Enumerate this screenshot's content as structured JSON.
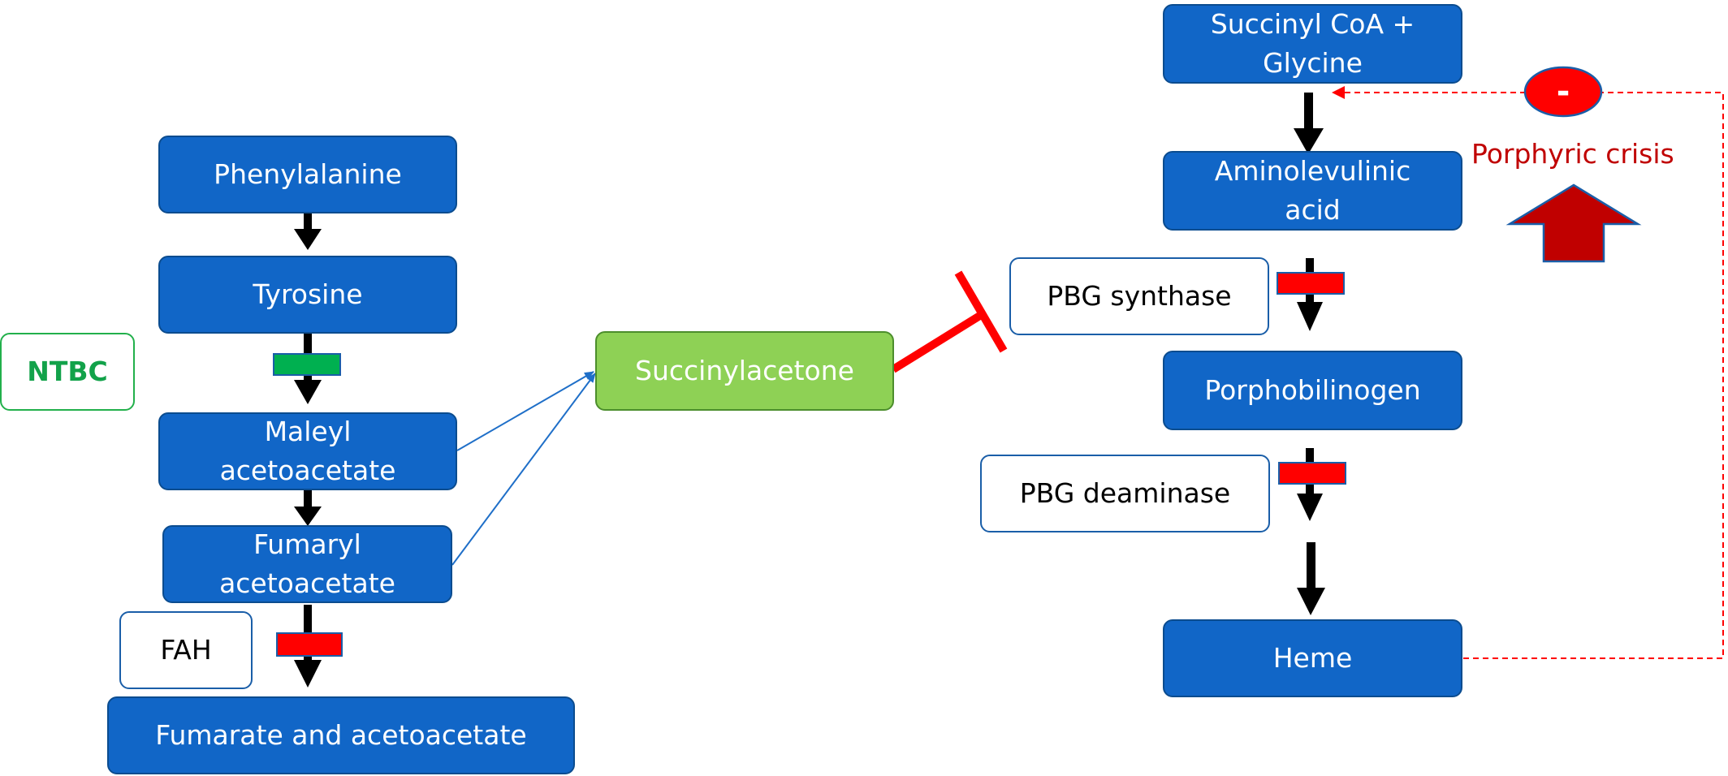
{
  "colors": {
    "node_blue": "#1166c7",
    "node_green": "#8ed155",
    "ntbc_green": "#12a24a",
    "enzyme_block_red": "#ff0000",
    "inhibitor_block_green": "#00b050",
    "feedback_red": "#ff0000",
    "crisis_text": "#c00000",
    "crisis_arrow": "#c00000",
    "link_blue": "#1f6fc8"
  },
  "tyrosine_pathway": {
    "phenylalanine": "Phenylalanine",
    "tyrosine": "Tyrosine",
    "maleyl_line1": "Maleyl",
    "maleyl_line2": "acetoacetate",
    "fumaryl_line1": "Fumaryl",
    "fumaryl_line2": "acetoacetate",
    "fah": "FAH",
    "fumarate": "Fumarate and acetoacetate"
  },
  "drug": {
    "ntbc": "NTBC"
  },
  "metabolite": {
    "succinylacetone": "Succinylacetone"
  },
  "heme_pathway": {
    "succinyl_line1": "Succinyl CoA +",
    "succinyl_line2": "Glycine",
    "ala_line1": "Aminolevulinic",
    "ala_line2": "acid",
    "pbg_synthase": "PBG synthase",
    "porphobilinogen": "Porphobilinogen",
    "pbg_deaminase": "PBG deaminase",
    "heme": "Heme"
  },
  "feedback": {
    "sign": "-",
    "crisis_label": "Porphyric crisis"
  }
}
